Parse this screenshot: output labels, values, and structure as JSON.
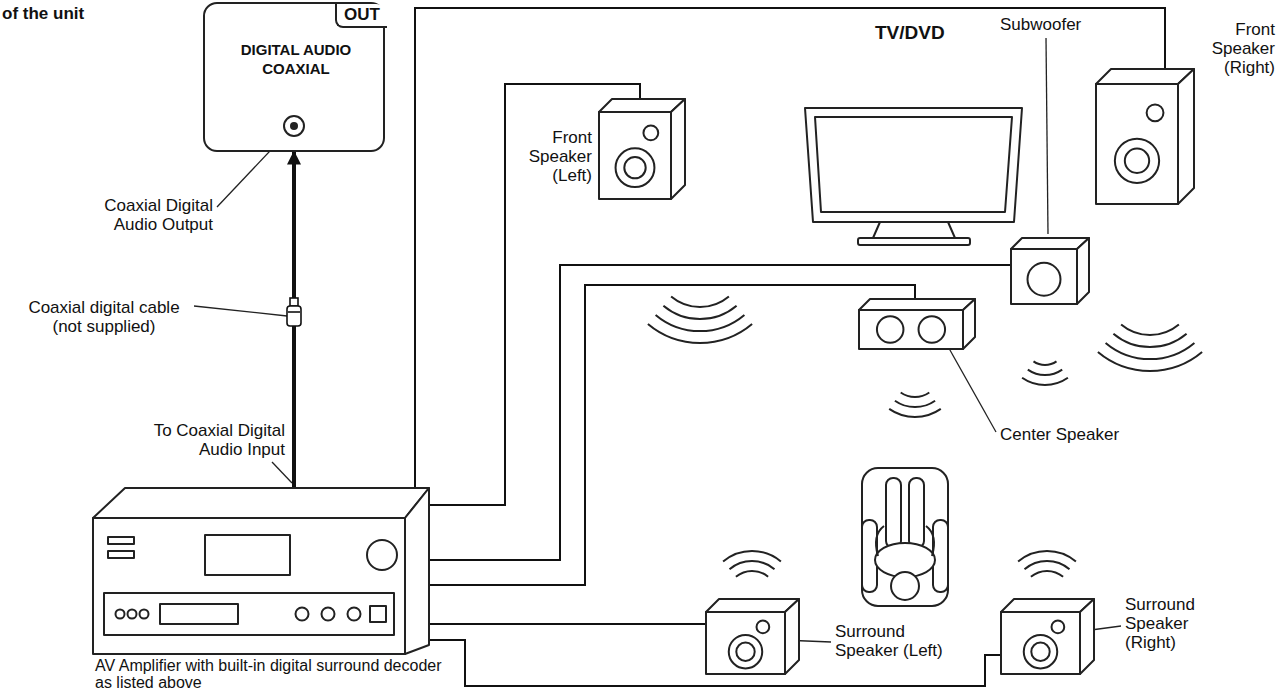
{
  "diagram": {
    "nodes": [
      {
        "text": [
          "OUT",
          "DIGITAL AUDIO COAXIAL"
        ]
      },
      {
        "text": [
          "Front Speaker (Left)"
        ]
      },
      {
        "text": [
          "Subwoofer"
        ]
      },
      {
        "text": [
          "Front Speaker (Right)"
        ]
      },
      {
        "text": [
          "Center Speaker"
        ]
      },
      {
        "text": [
          "AV Amplifier with built-in digital surround decoder as listed above"
        ]
      },
      {
        "text": [
          "Surround Speaker (Left)"
        ]
      },
      {
        "text": [
          "Surround Speaker (Right)"
        ]
      }
    ],
    "edges": [
      {
        "from": 5,
        "to": 0,
        "arrow": "to"
      },
      {
        "from": 5,
        "to": 1,
        "arrow": "none"
      },
      {
        "from": 5,
        "to": 2,
        "arrow": "none"
      },
      {
        "from": 5,
        "to": 3,
        "arrow": "none"
      },
      {
        "from": 5,
        "to": 4,
        "arrow": "none"
      },
      {
        "from": 5,
        "to": 6,
        "arrow": "none"
      },
      {
        "from": 5,
        "to": 7,
        "arrow": "none"
      }
    ],
    "labels": [
      "of the unit",
      "TV/DVD",
      "Coaxial Digital Audio Output",
      "Coaxial digital cable (not supplied)",
      "To Coaxial Digital Audio Input"
    ]
  }
}
